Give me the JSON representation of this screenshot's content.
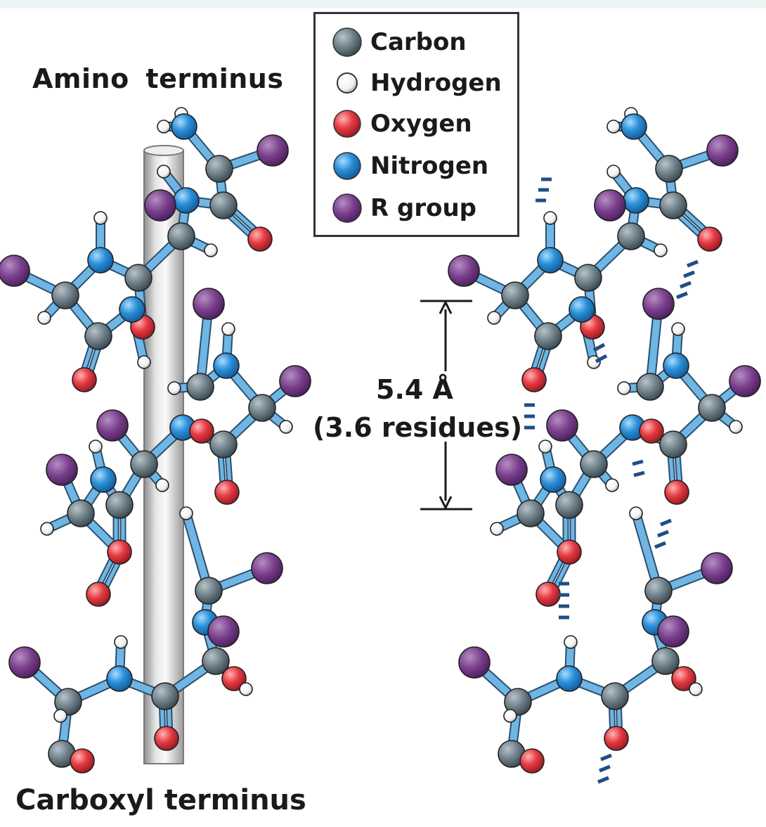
{
  "labels": {
    "amino": "Amino  terminus",
    "carboxyl": "Carboxyl terminus",
    "distance": "5.4 Å",
    "residues": "(3.6 residues)"
  },
  "legend": [
    {
      "label": "Carbon",
      "color": "#6e7f88",
      "icon": "carbon-atom-icon"
    },
    {
      "label": "Hydrogen",
      "color": "#ffffff",
      "icon": "hydrogen-atom-icon"
    },
    {
      "label": "Oxygen",
      "color": "#e63b44",
      "icon": "oxygen-atom-icon"
    },
    {
      "label": "Nitrogen",
      "color": "#2a8fd8",
      "icon": "nitrogen-atom-icon"
    },
    {
      "label": "R group",
      "color": "#7a3f8c",
      "icon": "r-group-atom-icon"
    }
  ],
  "colors": {
    "bond": "#6fb6e4",
    "hbond": "#1f4e86",
    "cylinder": "#c9c9c9"
  }
}
